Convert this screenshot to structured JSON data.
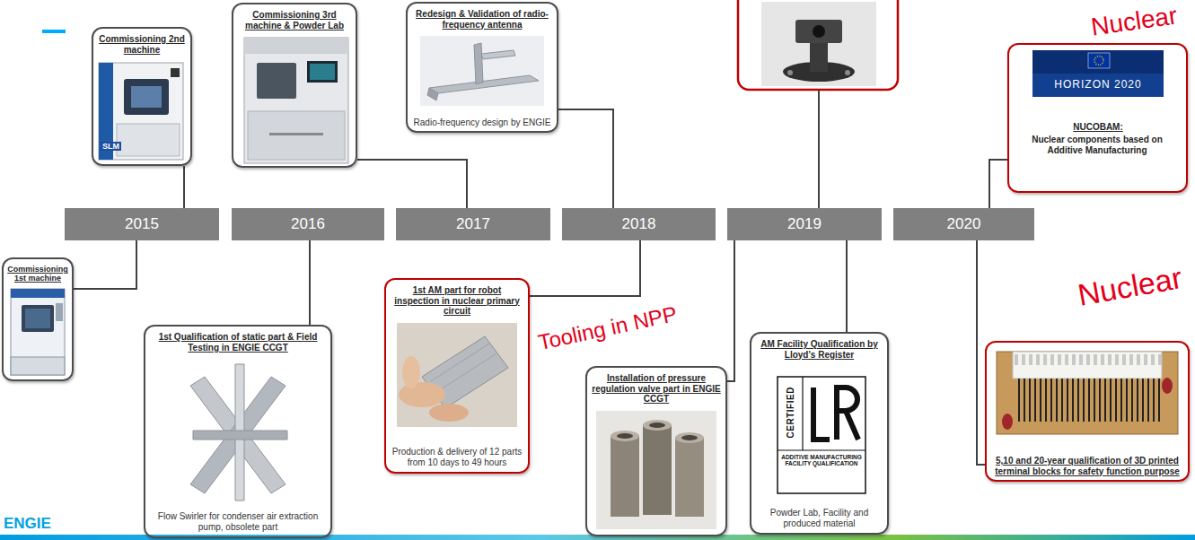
{
  "diagram": {
    "nodes": [
      {
        "text": [
          "2015"
        ]
      },
      {
        "text": [
          "2016"
        ]
      },
      {
        "text": [
          "2017"
        ]
      },
      {
        "text": [
          "2018"
        ]
      },
      {
        "text": [
          "2019"
        ]
      },
      {
        "text": [
          "2020"
        ]
      },
      {
        "text": [
          "Commissioning 2nd machine",
          "SLM"
        ]
      },
      {
        "text": [
          "Commissioning 1st machine"
        ]
      },
      {
        "text": [
          "Commissioning 3rd machine & Powder Lab"
        ]
      },
      {
        "text": [
          "1st Qualification of static part & Field Testing in ENGIE CCGT",
          "Flow Swirler for condenser air extraction pump, obsolete part"
        ]
      },
      {
        "text": [
          "Redesign & Validation of radio-frequency antenna",
          "Radio-frequency design by ENGIE"
        ]
      },
      {
        "text": [
          "1st AM part for robot inspection in nuclear primary circuit",
          "Production & delivery of 12 parts from 10 days to 49 hours"
        ]
      },
      {
        "text": [
          "Installation of pressure regulation valve part in ENGIE CCGT"
        ]
      },
      {
        "text": [
          "AM Facility Qualification by Lloyd's Register",
          "CERTIFIED",
          "ADDITIVE MANUFACTURING FACILITY QUALIFICATION",
          "Powder Lab, Facility and produced material"
        ]
      },
      {
        "text": [
          "HORIZON 2020",
          "NUCOBAM:",
          "Nuclear components based on Additive Manufacturing"
        ]
      },
      {
        "text": [
          "5,10 and 20-year qualification of 3D printed terminal blocks for safety function purpose"
        ]
      }
    ],
    "edges": [
      {
        "from": 7,
        "to": 0,
        "arrow": "none"
      },
      {
        "from": 6,
        "to": 0,
        "arrow": "none"
      },
      {
        "from": 8,
        "to": 2,
        "arrow": "none"
      },
      {
        "from": 9,
        "to": 1,
        "arrow": "none"
      },
      {
        "from": 10,
        "to": 3,
        "arrow": "none"
      },
      {
        "from": 11,
        "to": 3,
        "arrow": "none"
      },
      {
        "from": 12,
        "to": 4,
        "arrow": "none"
      },
      {
        "from": 13,
        "to": 4,
        "arrow": "none"
      },
      {
        "from": 14,
        "to": 5,
        "arrow": "none"
      },
      {
        "from": 15,
        "to": 5,
        "arrow": "none"
      }
    ],
    "labels": [
      "Nuclear",
      "Tooling in NPP",
      "Nuclear",
      "ENGIE"
    ]
  }
}
